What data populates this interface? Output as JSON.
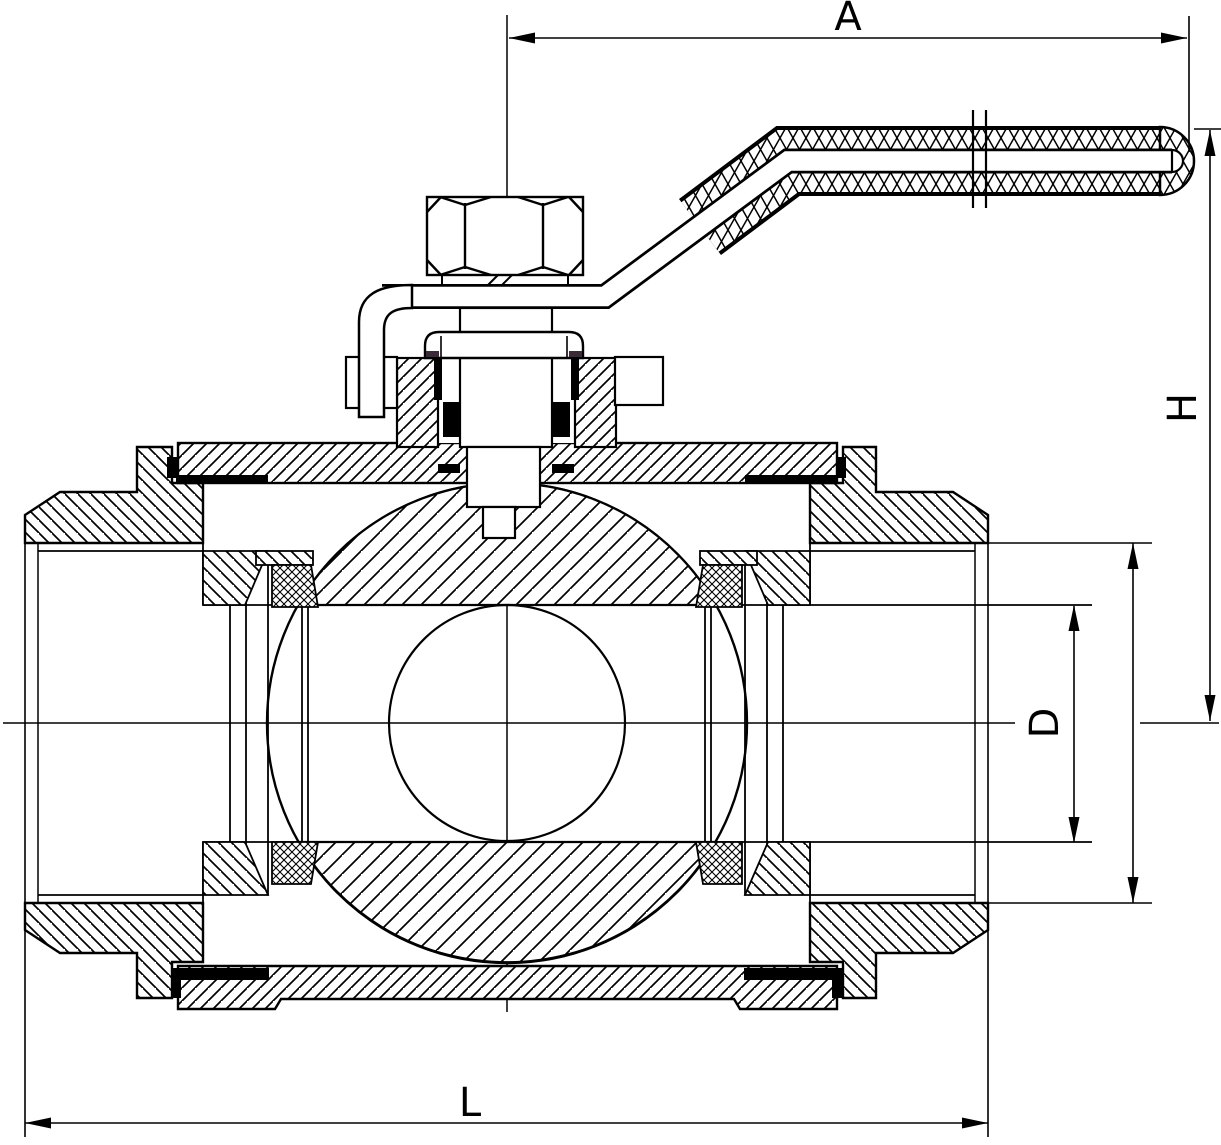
{
  "drawing": {
    "description": "ball valve cross-section technical drawing",
    "dimension_labels": {
      "a": "A",
      "h": "H",
      "d": "D",
      "l": "L"
    },
    "colors": {
      "line": "#000000",
      "background": "#ffffff",
      "seal_dark": "#3a2a3a"
    }
  }
}
